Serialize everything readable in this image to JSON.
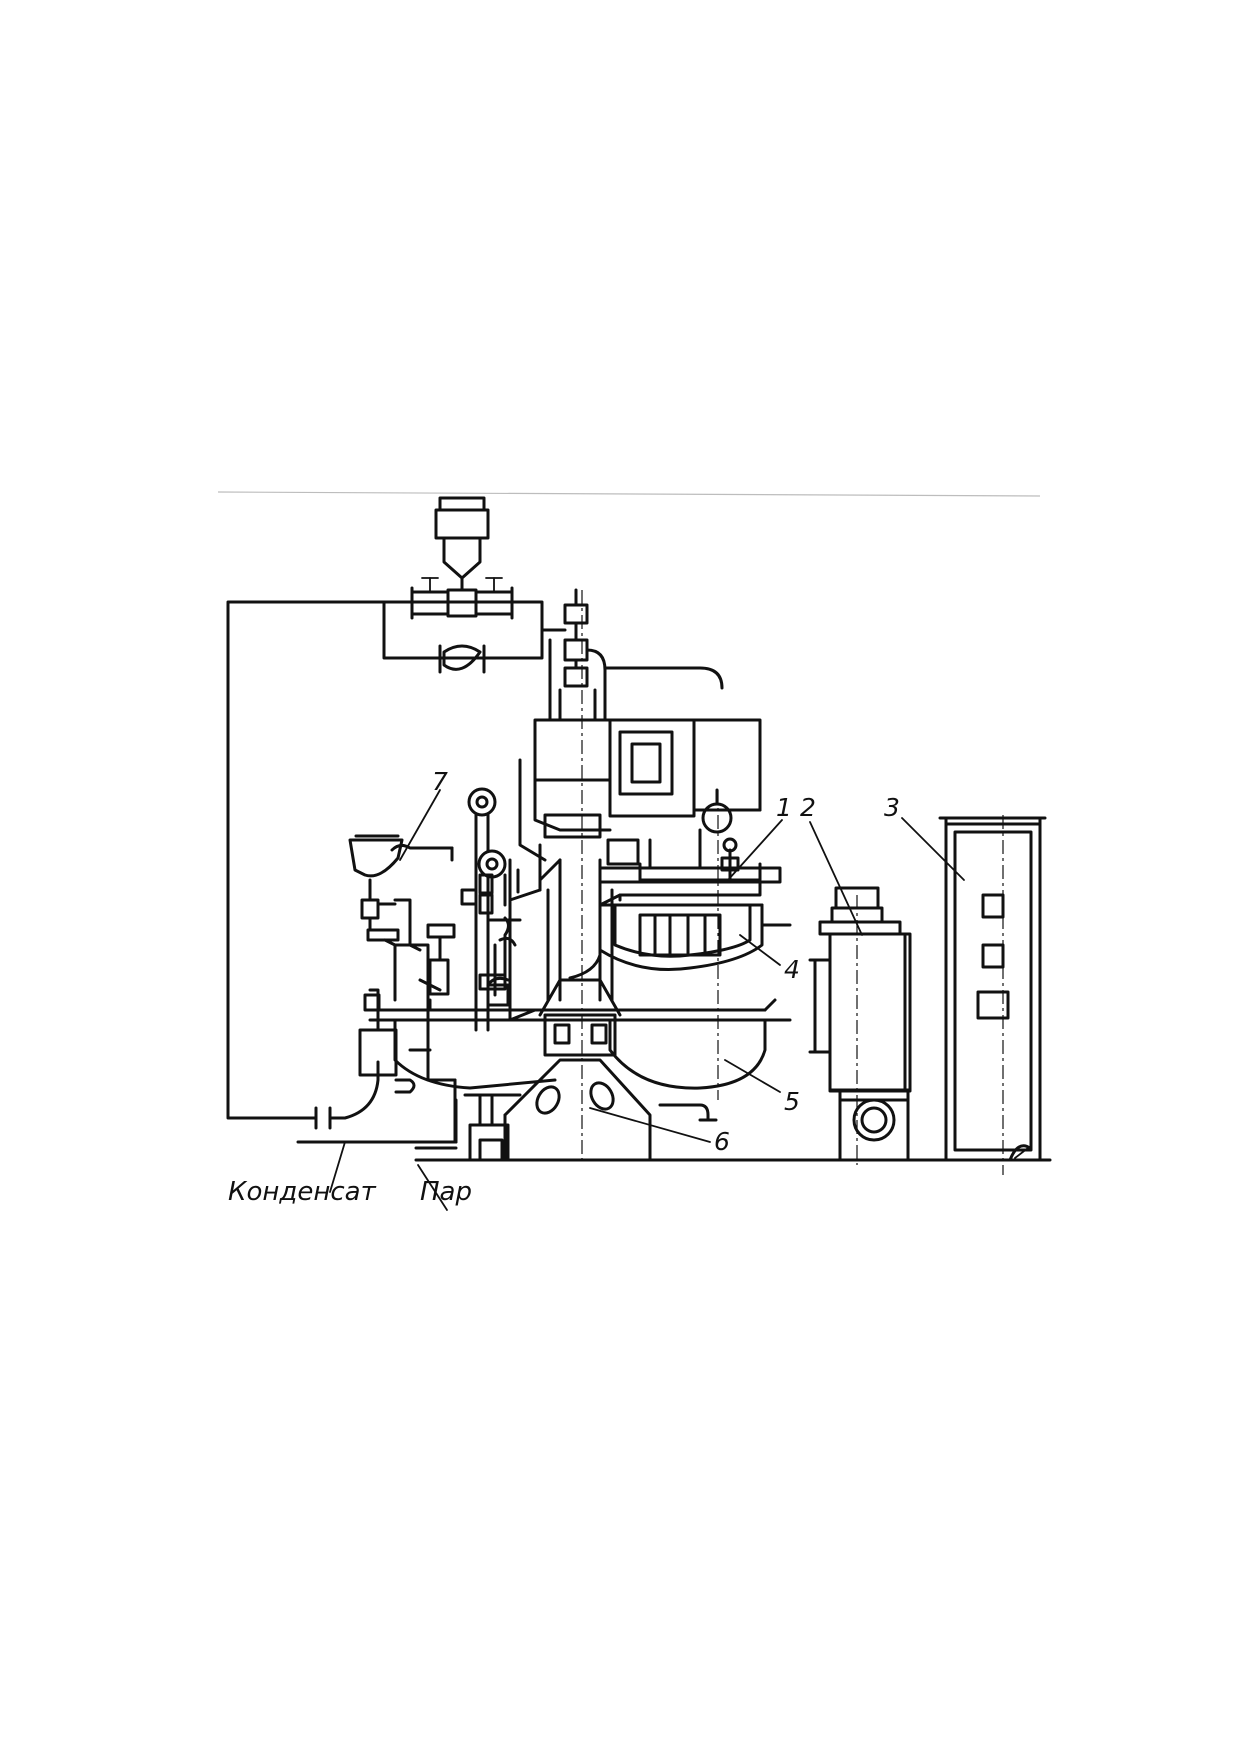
{
  "diagram": {
    "labels": {
      "n1": "1",
      "n2": "2",
      "n3": "3",
      "n4": "4",
      "n5": "5",
      "n6": "6",
      "n7": "7"
    },
    "captions": {
      "condensate": "Конденсат",
      "steam": "Пар"
    }
  }
}
